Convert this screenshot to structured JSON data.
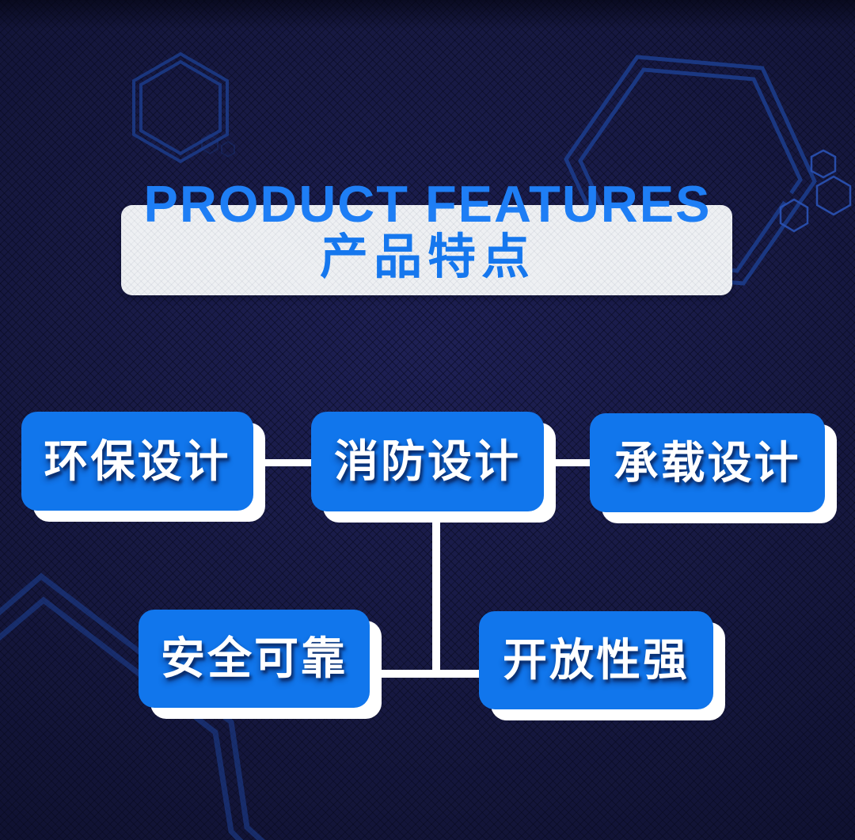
{
  "header": {
    "title_en": "PRODUCT FEATURES",
    "title_zh": "产品特点"
  },
  "features": [
    {
      "label": "环保设计"
    },
    {
      "label": "消防设计"
    },
    {
      "label": "承载设计"
    },
    {
      "label": "安全可靠"
    },
    {
      "label": "开放性强"
    }
  ],
  "colors": {
    "background": "#191b47",
    "panel_gray": "#eef0f3",
    "title_blue": "#1e7ef5",
    "accent_blue": "#1577ee",
    "box_blue": "#1176ec",
    "connector_white": "#ffffff",
    "hexagon_stroke": "#1c3e8f"
  }
}
